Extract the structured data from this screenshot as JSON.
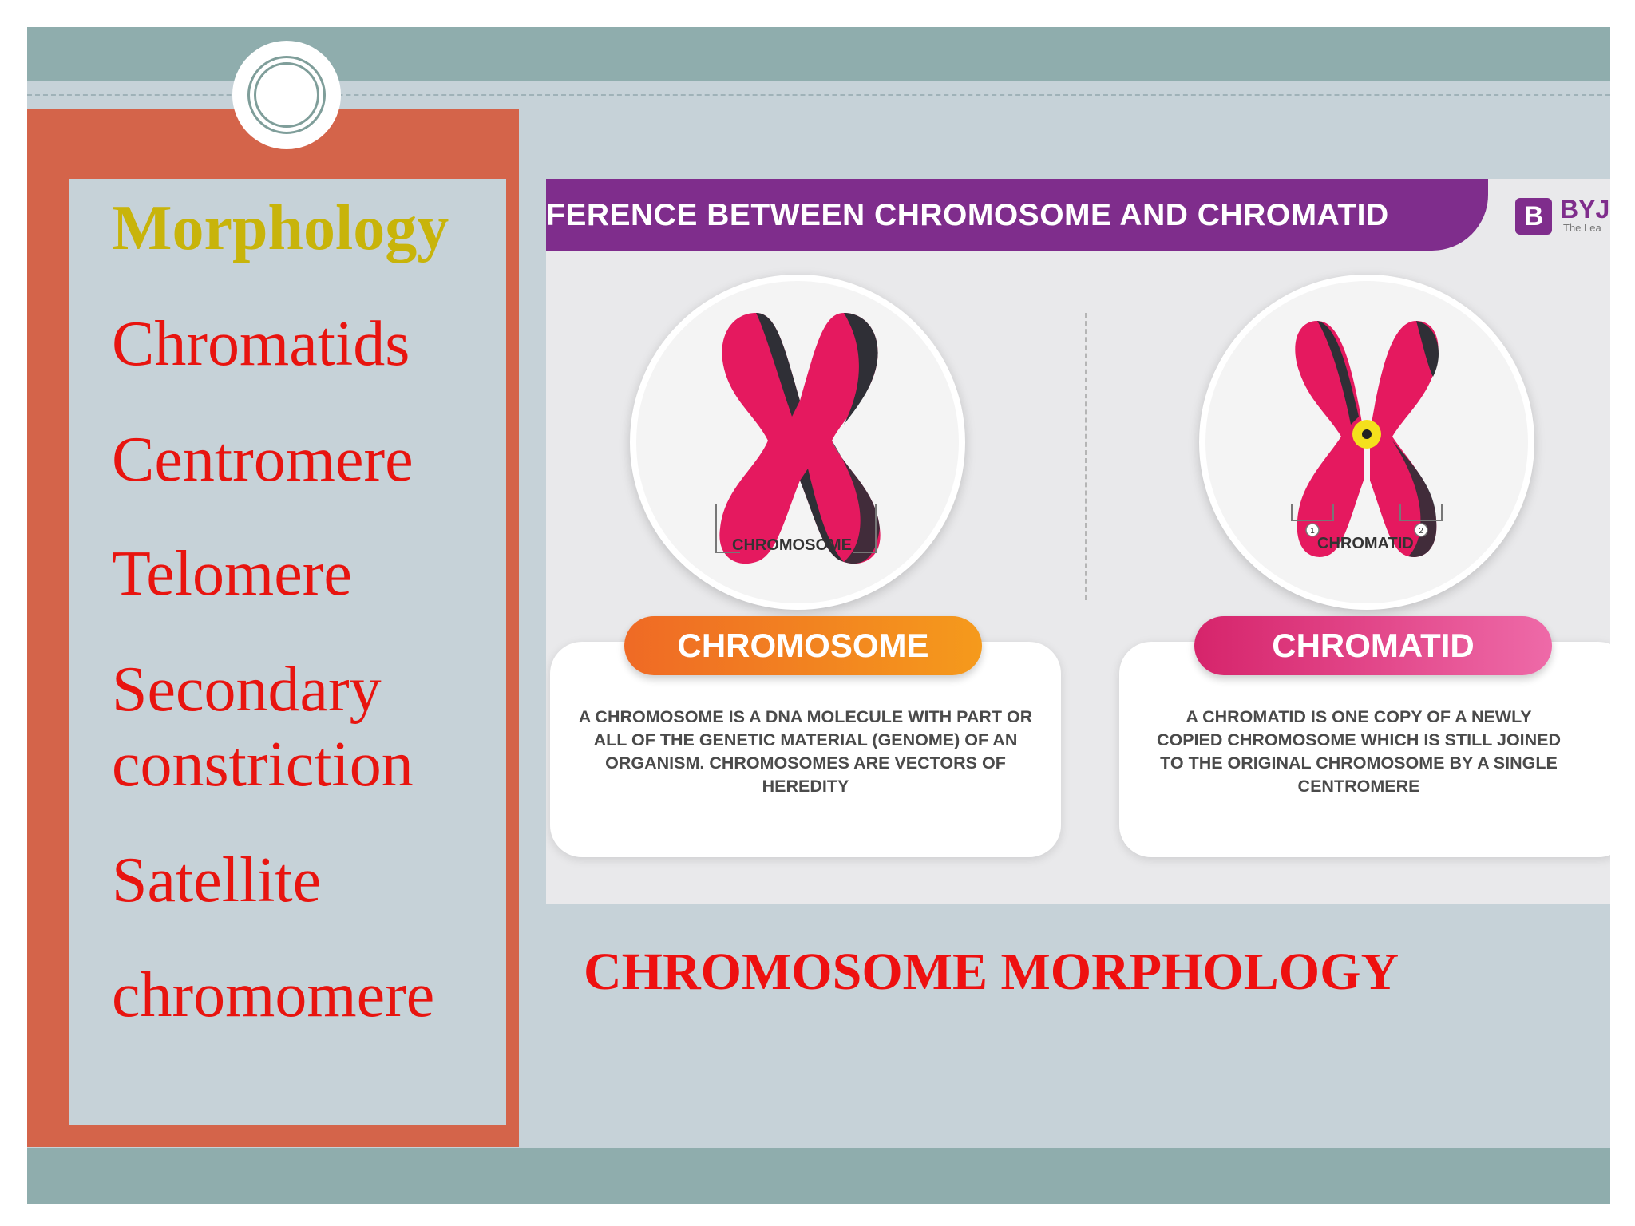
{
  "sidebar": {
    "heading": "Morphology",
    "items": [
      "Chromatids",
      "Centromere",
      "Telomere",
      "Secondary",
      "constriction",
      "Satellite",
      "chromomere"
    ]
  },
  "figure": {
    "title": "FERENCE BETWEEN CHROMOSOME AND CHROMATID",
    "logo_mark": "B",
    "logo_text": "BYJ",
    "logo_tagline": "The Lea",
    "left": {
      "circle_label": "CHROMOSOME",
      "pill": "CHROMOSOME",
      "description": "A CHROMOSOME IS A DNA MOLECULE WITH PART OR ALL OF THE GENETIC MATERIAL (GENOME) OF AN ORGANISM. CHROMOSOMES ARE VECTORS OF HEREDITY"
    },
    "right": {
      "circle_label": "CHROMATID",
      "marker1": "1",
      "marker2": "2",
      "pill": "CHROMATID",
      "description": "A CHROMATID IS ONE COPY OF A NEWLY COPIED CHROMOSOME WHICH IS STILL JOINED TO THE ORIGINAL CHROMOSOME BY A SINGLE CENTROMERE"
    }
  },
  "caption": "CHROMOSOME MORPHOLOGY",
  "colors": {
    "accent_red": "#e8140f",
    "heading_gold": "#c8b40a",
    "panel_orange": "#d4644a",
    "band_teal": "#8fadad",
    "title_purple": "#7f2d8c",
    "chromosome_pink": "#e5195f"
  }
}
